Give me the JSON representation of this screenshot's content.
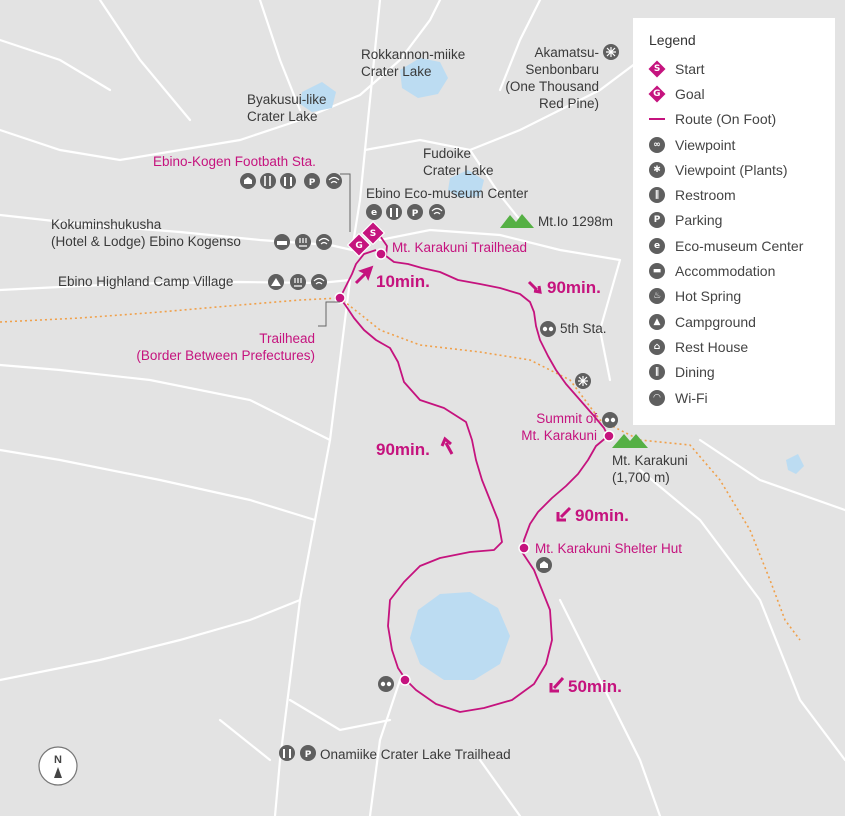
{
  "map": {
    "places": {
      "rokkannon": [
        "Rokkannon-miike",
        "Crater Lake"
      ],
      "akamatsu": [
        "Akamatsu-",
        "Senbonbaru",
        "(One Thousand",
        "Red Pine)"
      ],
      "byakusui": [
        "Byakusui-like",
        "Crater Lake"
      ],
      "fudoike": [
        "Fudoike",
        "Crater Lake"
      ],
      "footbath": "Ebino-Kogen Footbath Sta.",
      "eco_center": "Ebino Eco-museum Center",
      "mt_io": "Mt.Io 1298m",
      "kokumin": [
        "Kokuminshukusha",
        "(Hotel & Lodge) Ebino Kogenso"
      ],
      "trailhead_karakuni": "Mt. Karakuni Trailhead",
      "camp": "Ebino Highland Camp Village",
      "trailhead_border": [
        "Trailhead",
        "(Border Between Prefectures)"
      ],
      "fifth_station": "5th Sta.",
      "summit": [
        "Summit of",
        "Mt. Karakuni"
      ],
      "mt_karakuni": [
        "Mt. Karakuni",
        "(1,700 m)"
      ],
      "shelter": "Mt. Karakuni Shelter Hut",
      "onamiike": "Onamiike Crater Lake Trailhead"
    },
    "times": {
      "t1": "10min.",
      "t2": "90min.",
      "t3": "90min.",
      "t4": "90min.",
      "t5": "50min."
    },
    "north": "N",
    "colors": {
      "route": "#c5137e",
      "lake": "#bcdcf2",
      "road": "#ffffff",
      "border": "#f0a04a",
      "mountain": "#55b044",
      "icon": "#5f5f5f"
    }
  },
  "legend": {
    "title": "Legend",
    "items": [
      {
        "icon": "start-icon",
        "label": "Start"
      },
      {
        "icon": "goal-icon",
        "label": "Goal"
      },
      {
        "icon": "route-icon",
        "label": "Route (On Foot)"
      },
      {
        "icon": "viewpoint-icon",
        "label": "Viewpoint"
      },
      {
        "icon": "plants-viewpoint-icon",
        "label": "Viewpoint (Plants)"
      },
      {
        "icon": "restroom-icon",
        "label": "Restroom"
      },
      {
        "icon": "parking-icon",
        "label": "Parking"
      },
      {
        "icon": "eco-museum-icon",
        "label": "Eco-museum Center"
      },
      {
        "icon": "accommodation-icon",
        "label": "Accommodation"
      },
      {
        "icon": "hot-spring-icon",
        "label": "Hot Spring"
      },
      {
        "icon": "campground-icon",
        "label": "Campground"
      },
      {
        "icon": "rest-house-icon",
        "label": "Rest House"
      },
      {
        "icon": "dining-icon",
        "label": "Dining"
      },
      {
        "icon": "wifi-icon",
        "label": "Wi-Fi"
      }
    ]
  }
}
